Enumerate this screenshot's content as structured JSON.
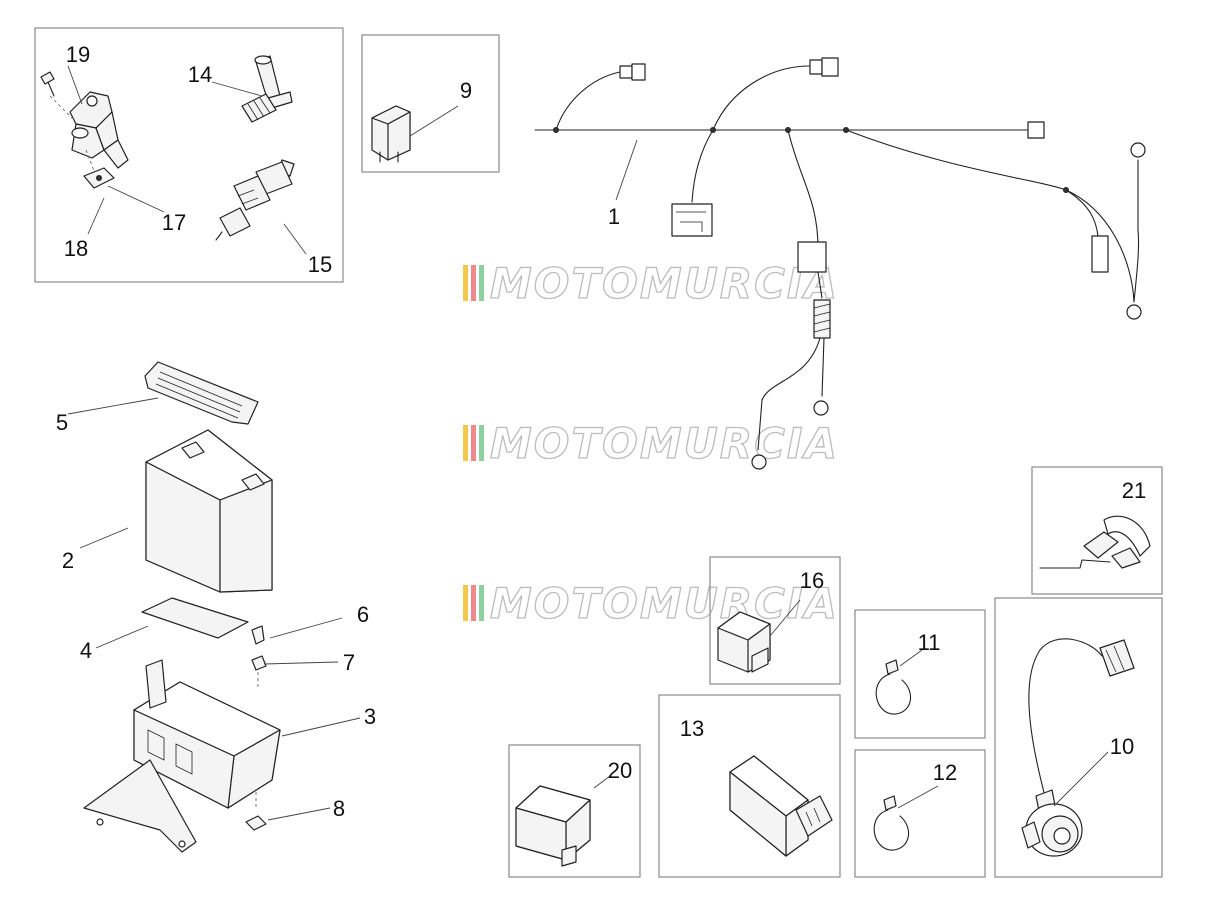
{
  "watermark": {
    "text": "MOTOMURCIA",
    "stripe_colors": [
      "#f2c94c",
      "#f08a8a",
      "#8fd19e"
    ]
  },
  "callouts": {
    "c1": "1",
    "c2": "2",
    "c3": "3",
    "c4": "4",
    "c5": "5",
    "c6": "6",
    "c7": "7",
    "c8": "8",
    "c9": "9",
    "c10": "10",
    "c11": "11",
    "c12": "12",
    "c13": "13",
    "c14": "14",
    "c15": "15",
    "c16": "16",
    "c17": "17",
    "c18": "18",
    "c19": "19",
    "c20": "20",
    "c21": "21"
  }
}
